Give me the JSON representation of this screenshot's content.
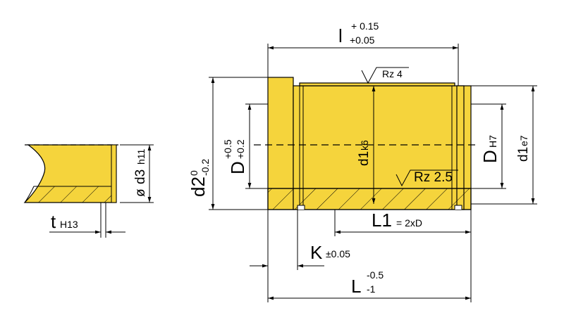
{
  "left_detail": {
    "d3": "d3",
    "d3_tol": "h11",
    "diameter": "ø",
    "t": "t",
    "t_tol": "H13"
  },
  "main": {
    "l": "l",
    "l_upper": "+ 0.15",
    "l_lower": "+0.05",
    "rz_top": "Rz 4",
    "rz_bottom": "Rz 2.5",
    "d2": "d2",
    "d2_upper": "0",
    "d2_lower": "-0.2",
    "D_left": "D",
    "D_left_upper": "+0.5",
    "D_left_lower": "+0.2",
    "d1_center": "d1",
    "d1_center_tol": "k6",
    "D_right": "D",
    "D_right_tol": "H7",
    "d1_right": "d1",
    "d1_right_tol": "e7",
    "L1": "L1",
    "L1_val": "= 2xD",
    "K": "K",
    "K_tol": "±0.05",
    "L": "L",
    "L_upper": "-0.5",
    "L_lower": "-1"
  },
  "colors": {
    "part": "#f5d43c",
    "line": "#000000"
  }
}
